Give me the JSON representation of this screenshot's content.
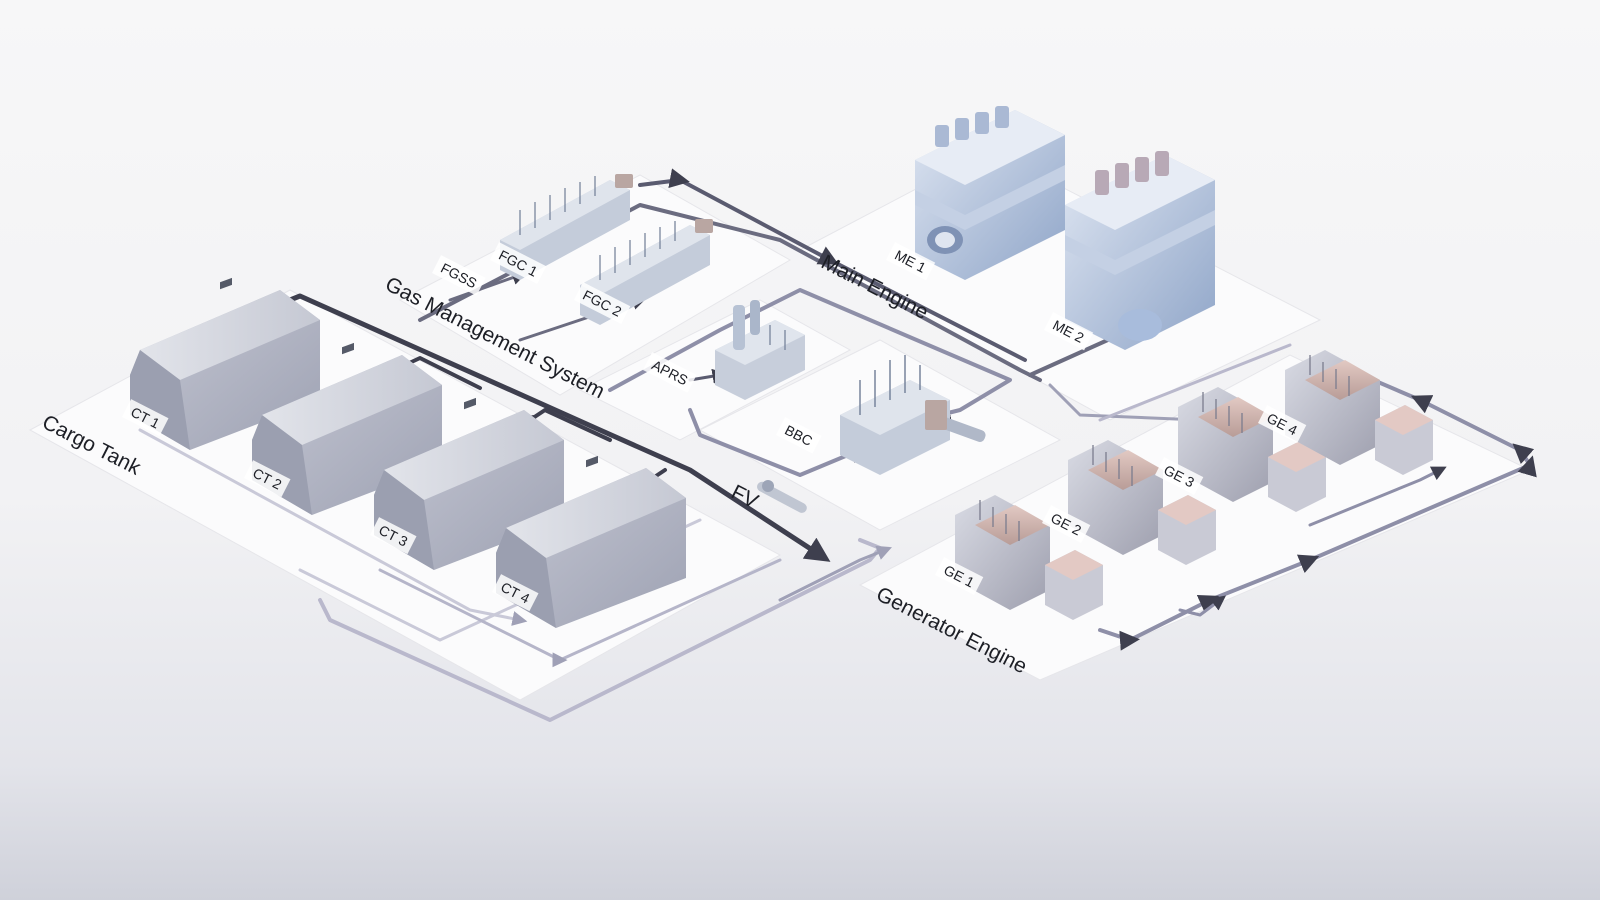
{
  "sections": {
    "cargo_tank": "Cargo Tank",
    "gas_management_system": "Gas Management System",
    "main_engine": "Main Engine",
    "generator_engine": "Generator Engine"
  },
  "components": {
    "fgss": "FGSS",
    "fgc1": "FGC 1",
    "fgc2": "FGC 2",
    "aprs": "APRS",
    "bbc": "BBC",
    "fv": "FV",
    "me1": "ME 1",
    "me2": "ME 2",
    "ct1": "CT 1",
    "ct2": "CT 2",
    "ct3": "CT 3",
    "ct4": "CT 4",
    "ge1": "GE 1",
    "ge2": "GE 2",
    "ge3": "GE 3",
    "ge4": "GE 4"
  },
  "colors": {
    "pipe_dark": "#3e3f4e",
    "pipe_mid": "#8e8fa8",
    "pipe_light": "#c9c9d8",
    "platform": "#fafafa",
    "tank_top": "#cfd2dc",
    "tank_side": "#aeb2c0",
    "machine_blue": "#9fb6d8"
  }
}
